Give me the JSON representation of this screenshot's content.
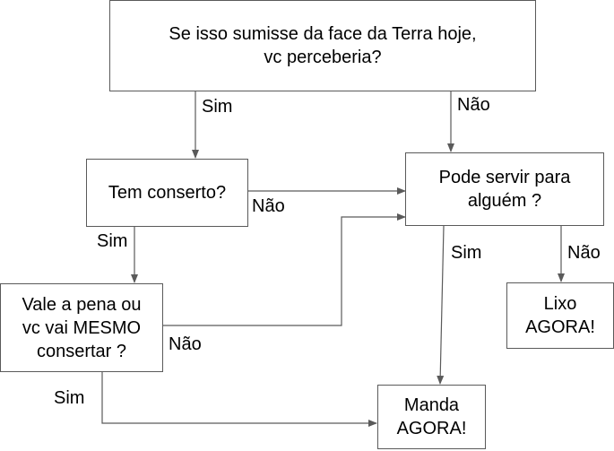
{
  "colors": {
    "line": "#5a5a5a",
    "text": "#000000",
    "background": "#ffffff"
  },
  "nodes": {
    "question_disappear": "Se isso sumisse da face da Terra hoje,\nvc perceberia?",
    "question_fixable": "Tem conserto?",
    "question_worth_fixing": "Vale a pena ou\nvc vai MESMO\nconsertar ?",
    "question_useful": "Pode servir para\nalguém ?",
    "result_trash": "Lixo\nAGORA!",
    "result_send": "Manda\nAGORA!"
  },
  "edges": {
    "disappear_yes": "Sim",
    "disappear_no": "Não",
    "fixable_no": "Não",
    "fixable_yes": "Sim",
    "worth_no": "Não",
    "worth_yes": "Sim",
    "useful_yes": "Sim",
    "useful_no": "Não"
  }
}
